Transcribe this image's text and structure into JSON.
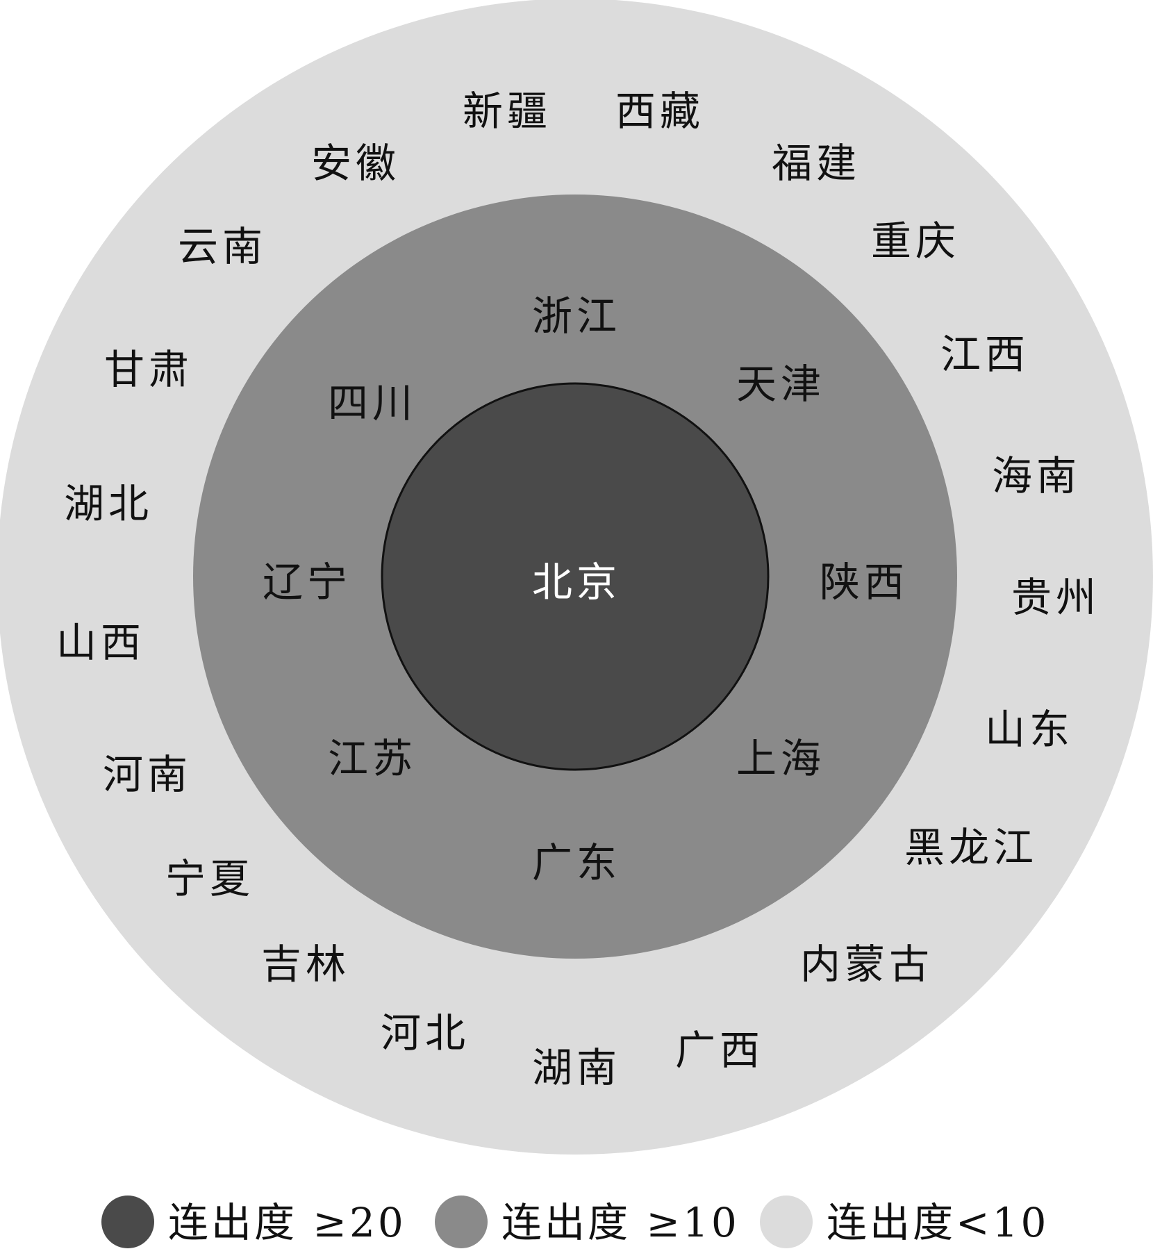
{
  "rings": [
    {
      "level": "core",
      "color": "#4a4a4a",
      "provinces": [
        "北京"
      ]
    },
    {
      "level": "mid",
      "color": "#8a8a8a",
      "provinces": [
        "浙江",
        "天津",
        "陕西",
        "上海",
        "广东",
        "江苏",
        "辽宁",
        "四川"
      ]
    },
    {
      "level": "outer",
      "color": "#dcdcdc",
      "provinces": [
        "新疆",
        "西藏",
        "福建",
        "重庆",
        "江西",
        "海南",
        "贵州",
        "山东",
        "黑龙江",
        "内蒙古",
        "广西",
        "湖南",
        "河北",
        "吉林",
        "宁夏",
        "河南",
        "山西",
        "湖北",
        "甘肃",
        "云南",
        "安徽"
      ]
    }
  ],
  "legend": [
    {
      "color": "#4a4a4a",
      "label": "连出度 ≥20"
    },
    {
      "color": "#8a8a8a",
      "label": "连出度 ≥10"
    },
    {
      "color": "#dcdcdc",
      "label": "连出度<10"
    }
  ]
}
